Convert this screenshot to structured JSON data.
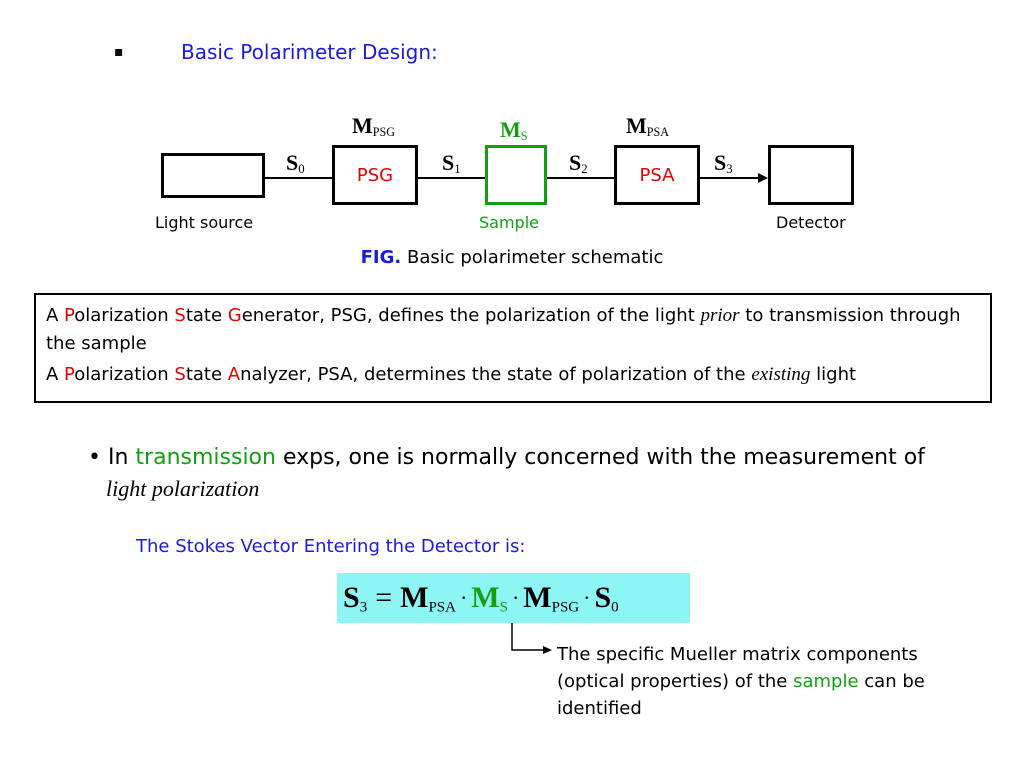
{
  "slide": {
    "bullet_glyph": "▪",
    "heading": "Basic Polarimeter Design:"
  },
  "diagram": {
    "boxes": {
      "light_source_label": "Light source",
      "psg_text": "PSG",
      "sample_label": "Sample",
      "psa_text": "PSA",
      "detector_label": "Detector"
    },
    "matrices": {
      "m_psg": {
        "main": "M",
        "sub": "PSG"
      },
      "m_s": {
        "main": "M",
        "sub": "S"
      },
      "m_psa": {
        "main": "M",
        "sub": "PSA"
      }
    },
    "stokes": {
      "s0": {
        "main": "S",
        "sub": "0"
      },
      "s1": {
        "main": "S",
        "sub": "1"
      },
      "s2": {
        "main": "S",
        "sub": "2"
      },
      "s3": {
        "main": "S",
        "sub": "3"
      }
    },
    "caption": {
      "fig": "FIG.",
      "text": " Basic polarimeter schematic"
    }
  },
  "definitions": {
    "psg": {
      "a": "A ",
      "p": "P",
      "olarization": "olarization ",
      "s": "S",
      "tate": "tate ",
      "g": "G",
      "rest1": "enerator, PSG, defines the polarization of the light ",
      "prior": "prior",
      "rest2": " to transmission through the sample"
    },
    "psa": {
      "a": "A ",
      "p": "P",
      "olarization": "olarization ",
      "s": "S",
      "tate": "tate ",
      "a2": "A",
      "rest1": "nalyzer, PSA, determines the state of polarization of the ",
      "existing": "existing",
      "rest2": " light"
    }
  },
  "transmission": {
    "bullet": "• ",
    "in": "In ",
    "transmission": "transmission",
    "rest": " exps, one is normally concerned with the measurement of",
    "italic": "light polarization"
  },
  "stokes_label": "The Stokes Vector Entering the Detector is:",
  "equation": {
    "s3": {
      "main": "S",
      "sub": "3"
    },
    "equals": "=",
    "m_psa": {
      "main": "M",
      "sub": "PSA"
    },
    "dot": "·",
    "m_s": {
      "main": "M",
      "sub": "S"
    },
    "m_psg": {
      "main": "M",
      "sub": "PSG"
    },
    "s0": {
      "main": "S",
      "sub": "0"
    }
  },
  "note": {
    "part1": "The specific Mueller matrix components (optical properties) of the ",
    "sample": "sample",
    "part2": " can be identified"
  },
  "colors": {
    "heading_blue": "#1a1ae6",
    "highlight_red": "#e60000",
    "sample_green": "#12a012",
    "equation_bg": "#8ef5f5"
  }
}
